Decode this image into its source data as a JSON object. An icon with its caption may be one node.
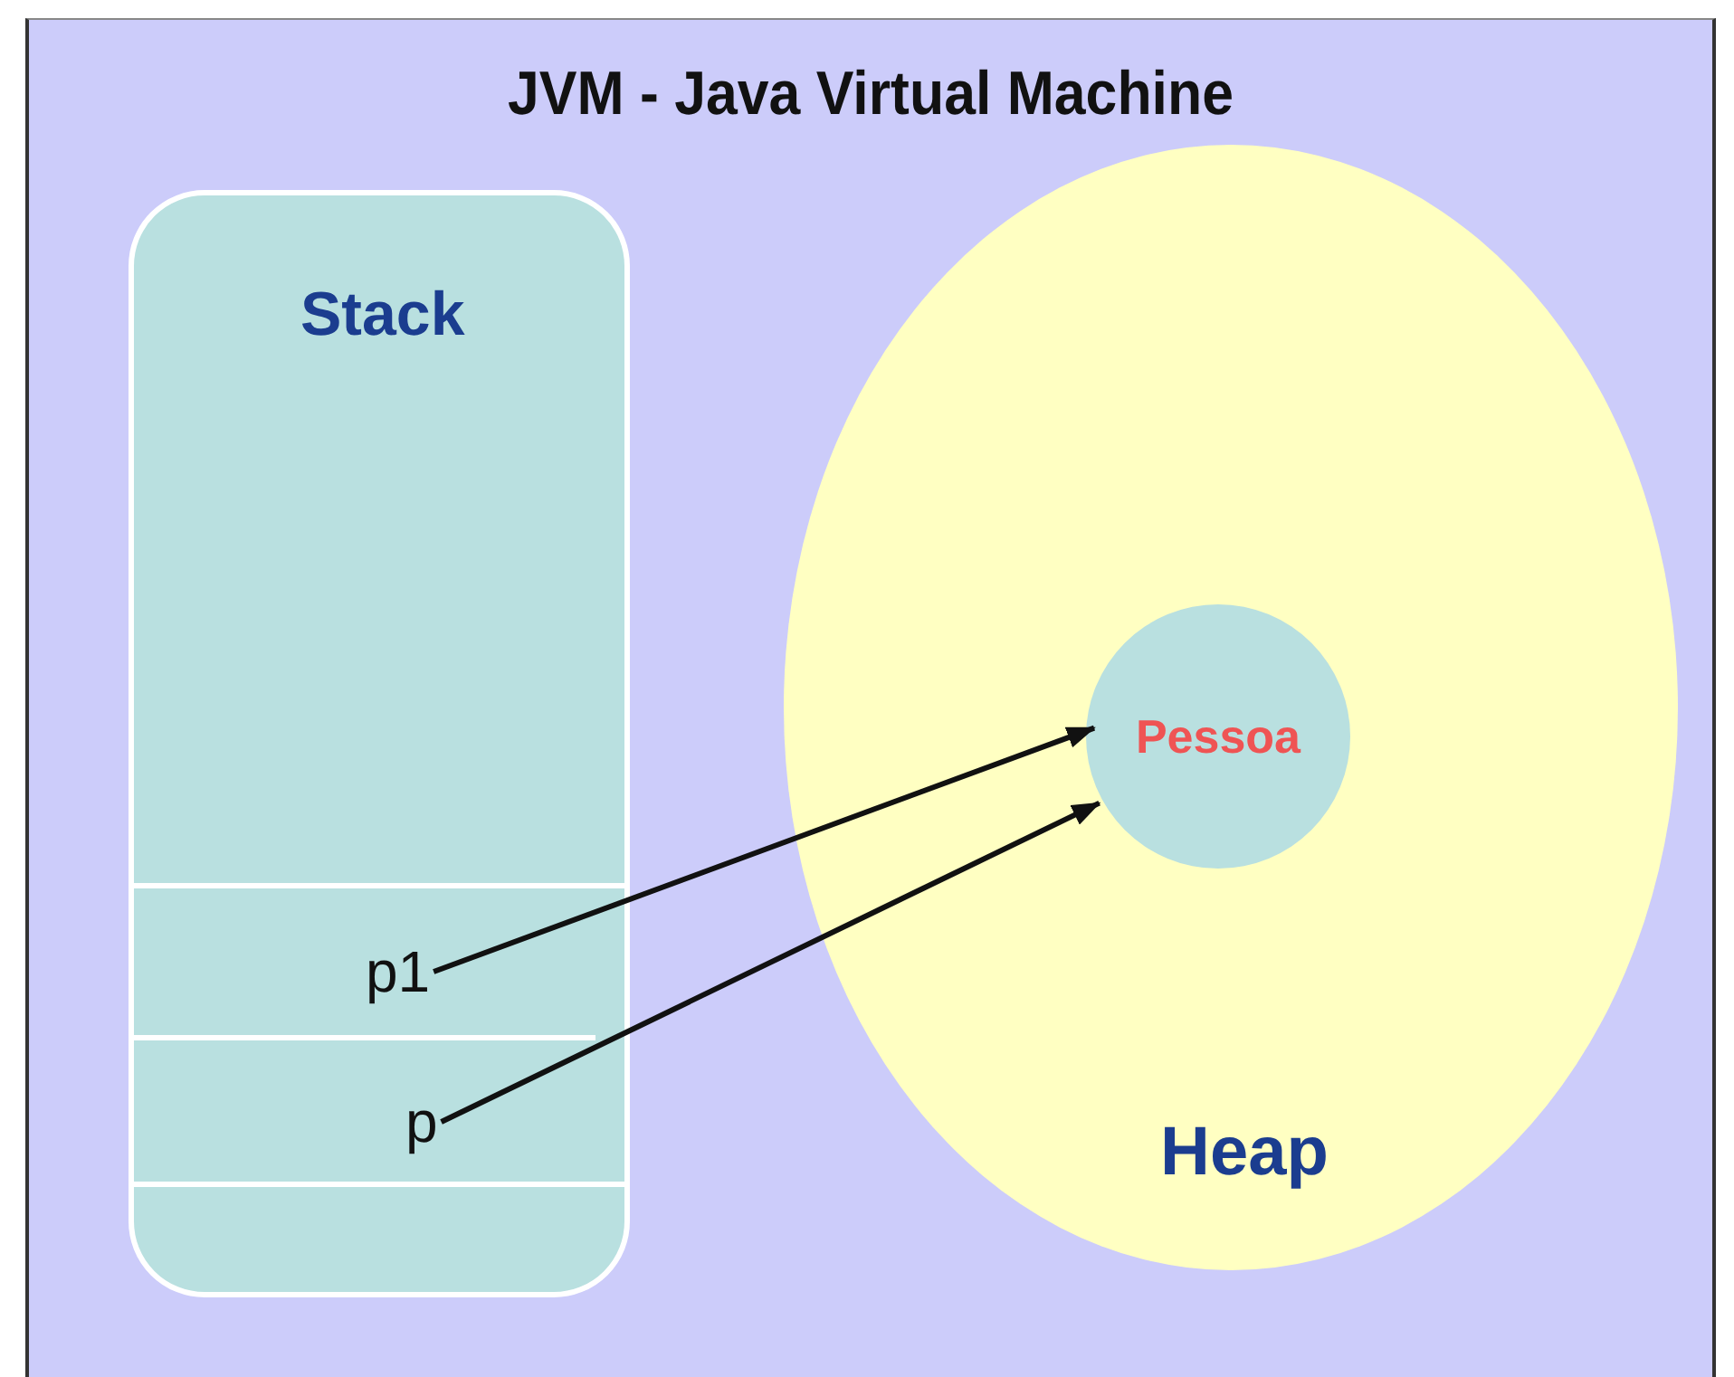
{
  "diagram": {
    "title": "JVM - Java Virtual Machine",
    "nodes": [
      {
        "text": [
          "Stack"
        ]
      },
      {
        "text": [
          "p1"
        ],
        "in": 0
      },
      {
        "text": [
          "p"
        ],
        "in": 0
      },
      {
        "text": [
          "Heap"
        ]
      },
      {
        "text": [
          "Pessoa"
        ],
        "in": 3
      }
    ],
    "edges": [
      {
        "from": 1,
        "to": 4,
        "arrow": "to"
      },
      {
        "from": 2,
        "to": 4,
        "arrow": "to"
      }
    ]
  }
}
